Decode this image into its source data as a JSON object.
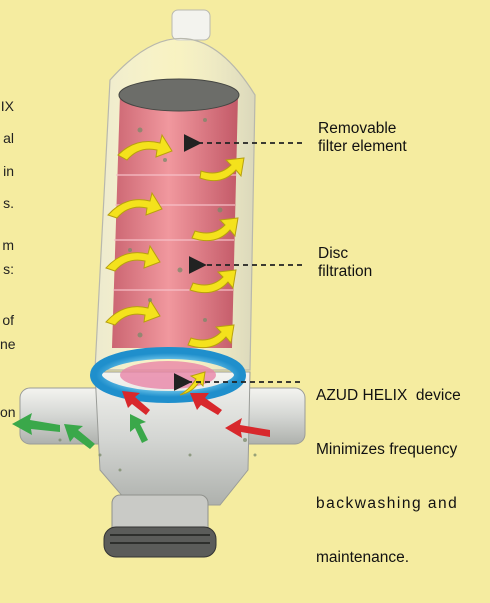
{
  "side_fragments": [
    "IX",
    "al",
    "in",
    "s.",
    "m",
    "s:",
    "of",
    "ne",
    "on"
  ],
  "callouts": {
    "removable": [
      "Removable",
      "filter element"
    ],
    "disc": [
      "Disc",
      "filtration"
    ],
    "helix": [
      "AZUD HELIX  device",
      "Minimizes frequency",
      "backwashing and",
      "maintenance."
    ]
  },
  "colors": {
    "background": "#f5eca0",
    "cartridge": "#e57a86",
    "arrow_yellow": "#f4e21c",
    "helix_ring": "#2aa3dd",
    "inlet_arrow": "#d8282c",
    "outlet_arrow": "#3aa84a",
    "housing": "#dcdcdc"
  }
}
